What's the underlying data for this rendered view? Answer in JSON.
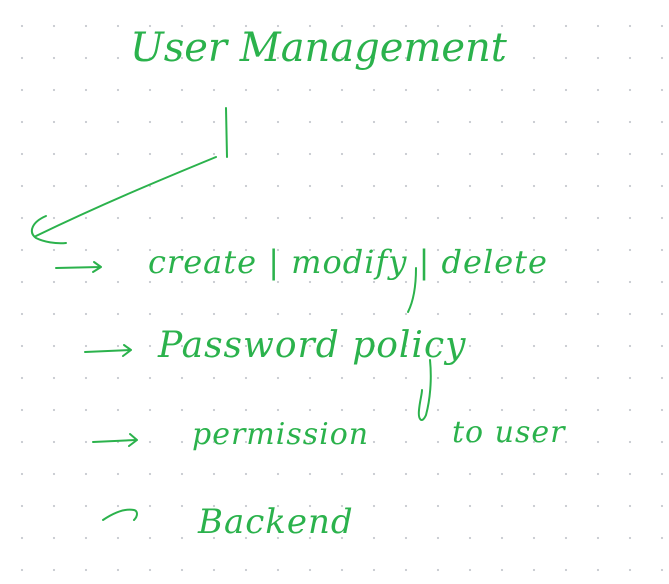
{
  "note": {
    "title": "User Management",
    "items": [
      "create | modify | delete",
      "Password policy",
      "permission",
      "to user",
      "Backend"
    ]
  },
  "colors": {
    "ink": "#2bb24c",
    "background": "#ffffff",
    "grid_dot": "#c9ccd2"
  }
}
